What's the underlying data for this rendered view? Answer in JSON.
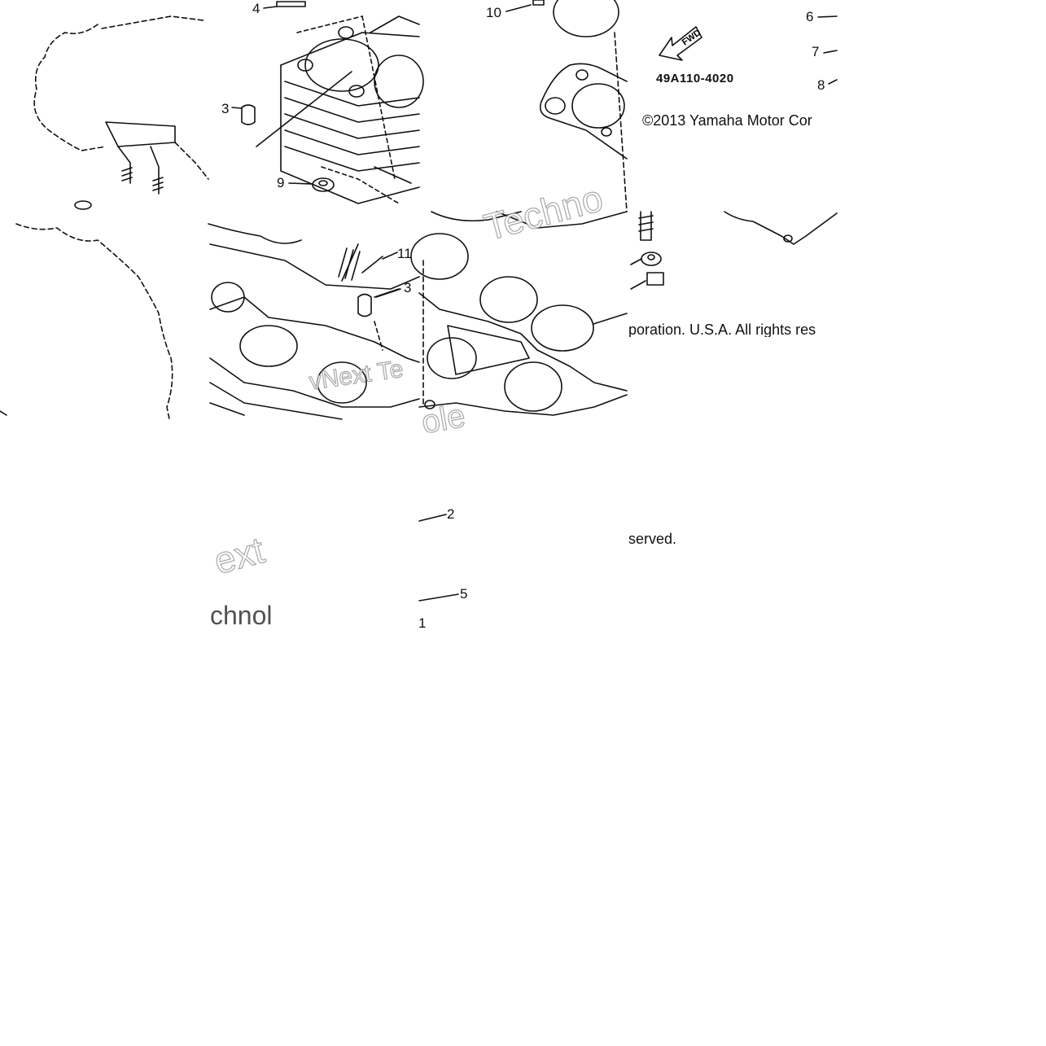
{
  "callouts": {
    "c1": "1",
    "c2": "2",
    "c3a": "3",
    "c3b": "3",
    "c4": "4",
    "c5": "5",
    "c6": "6",
    "c7": "7",
    "c8": "8",
    "c9": "9",
    "c10": "10",
    "c11": "11"
  },
  "diagram_code": "49A110-4020",
  "fwd_arrow_label": "FWD",
  "copyright": {
    "part1": "©2013 Yamaha Motor Cor",
    "part2": "poration. U.S.A. All rights res",
    "part3": "served."
  },
  "watermark": {
    "w1": "Techno",
    "w2": "vNext Te",
    "w3": "ole",
    "w4": "ext",
    "w5": "chnol"
  },
  "colors": {
    "line": "#111111",
    "watermark_stroke": "#9a9a9a",
    "background": "#ffffff"
  }
}
